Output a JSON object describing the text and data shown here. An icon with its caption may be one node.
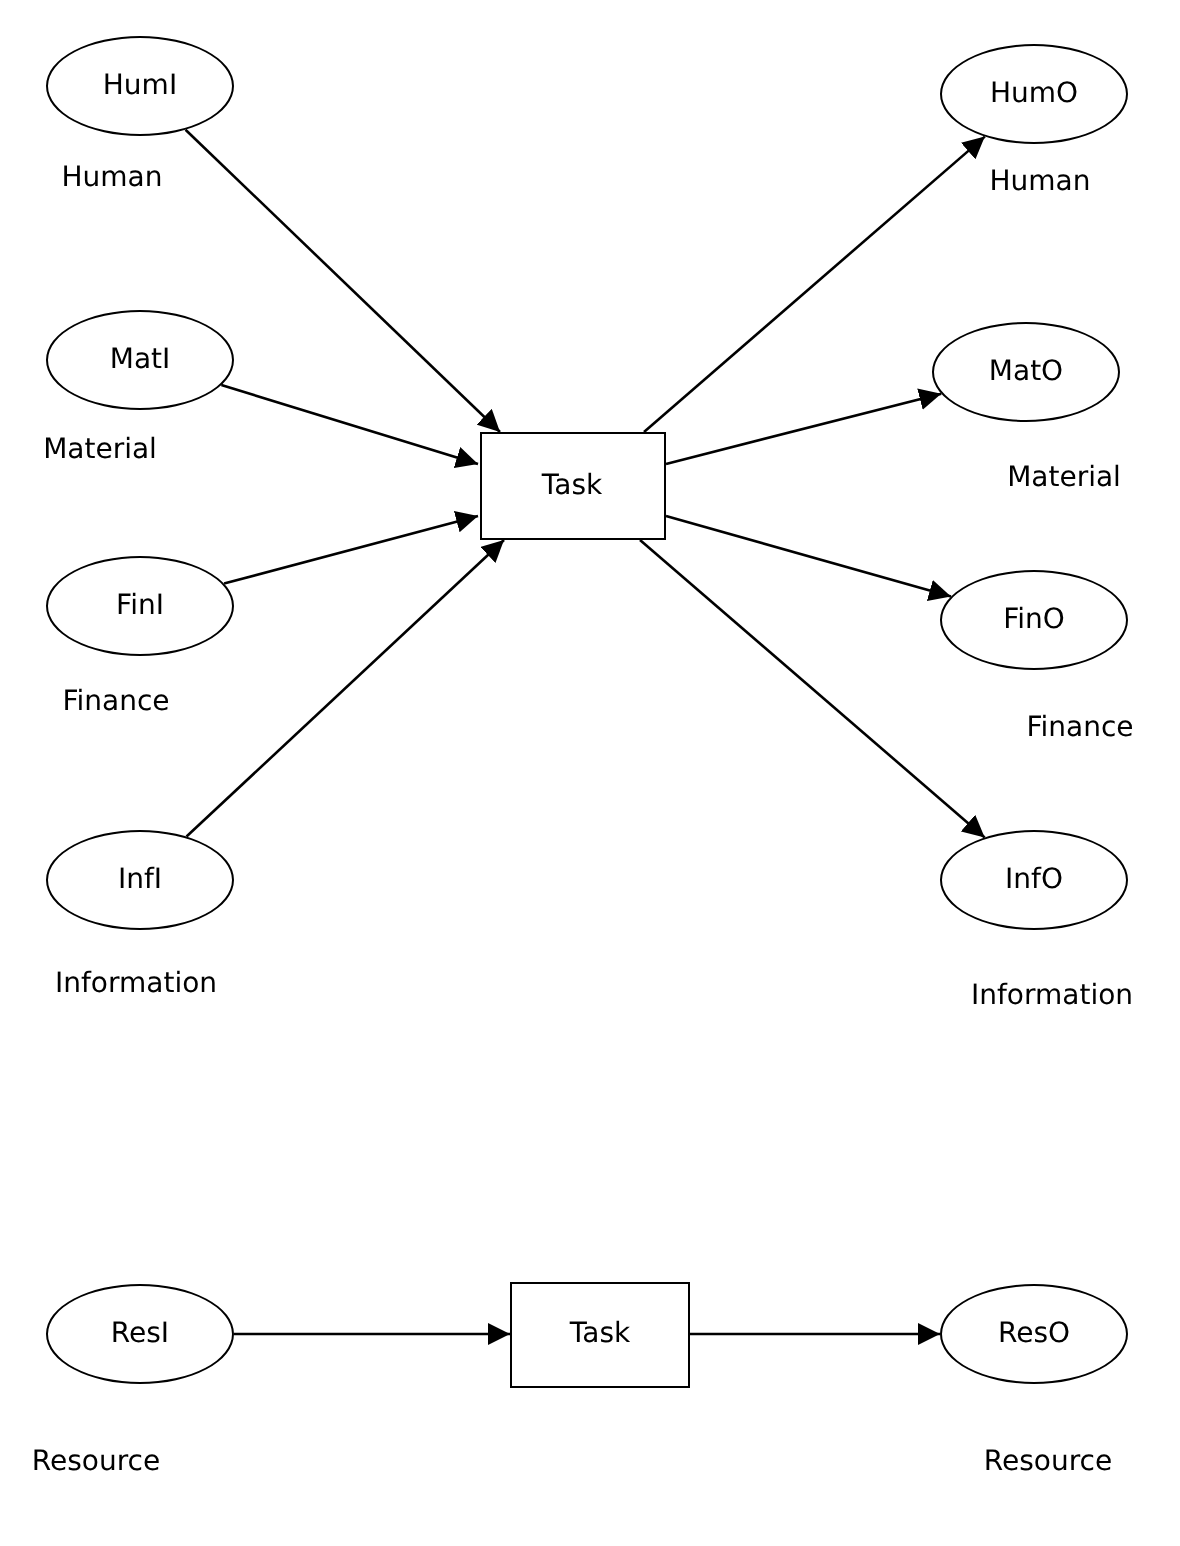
{
  "diagram": {
    "nodes": [
      {
        "text": [
          "HumI"
        ],
        "beside": [
          "Human"
        ]
      },
      {
        "text": [
          "MatI"
        ],
        "beside": [
          "Material"
        ]
      },
      {
        "text": [
          "FinI"
        ],
        "beside": [
          "Finance"
        ]
      },
      {
        "text": [
          "InfI"
        ],
        "beside": [
          "Information"
        ]
      },
      {
        "text": [
          "Task"
        ]
      },
      {
        "text": [
          "HumO"
        ],
        "beside": [
          "Human"
        ]
      },
      {
        "text": [
          "MatO"
        ],
        "beside": [
          "Material"
        ]
      },
      {
        "text": [
          "FinO"
        ],
        "beside": [
          "Finance"
        ]
      },
      {
        "text": [
          "InfO"
        ],
        "beside": [
          "Information"
        ]
      },
      {
        "text": [
          "ResI"
        ],
        "beside": [
          "Resource"
        ]
      },
      {
        "text": [
          "Task"
        ]
      },
      {
        "text": [
          "ResO"
        ],
        "beside": [
          "Resource"
        ]
      }
    ],
    "edges": [
      {
        "from": 0,
        "to": 4,
        "arrow": "to"
      },
      {
        "from": 1,
        "to": 4,
        "arrow": "to"
      },
      {
        "from": 2,
        "to": 4,
        "arrow": "to"
      },
      {
        "from": 3,
        "to": 4,
        "arrow": "to"
      },
      {
        "from": 4,
        "to": 5,
        "arrow": "to"
      },
      {
        "from": 4,
        "to": 6,
        "arrow": "to"
      },
      {
        "from": 4,
        "to": 7,
        "arrow": "to"
      },
      {
        "from": 4,
        "to": 8,
        "arrow": "to"
      },
      {
        "from": 9,
        "to": 10,
        "arrow": "to"
      },
      {
        "from": 10,
        "to": 11,
        "arrow": "to"
      }
    ]
  }
}
